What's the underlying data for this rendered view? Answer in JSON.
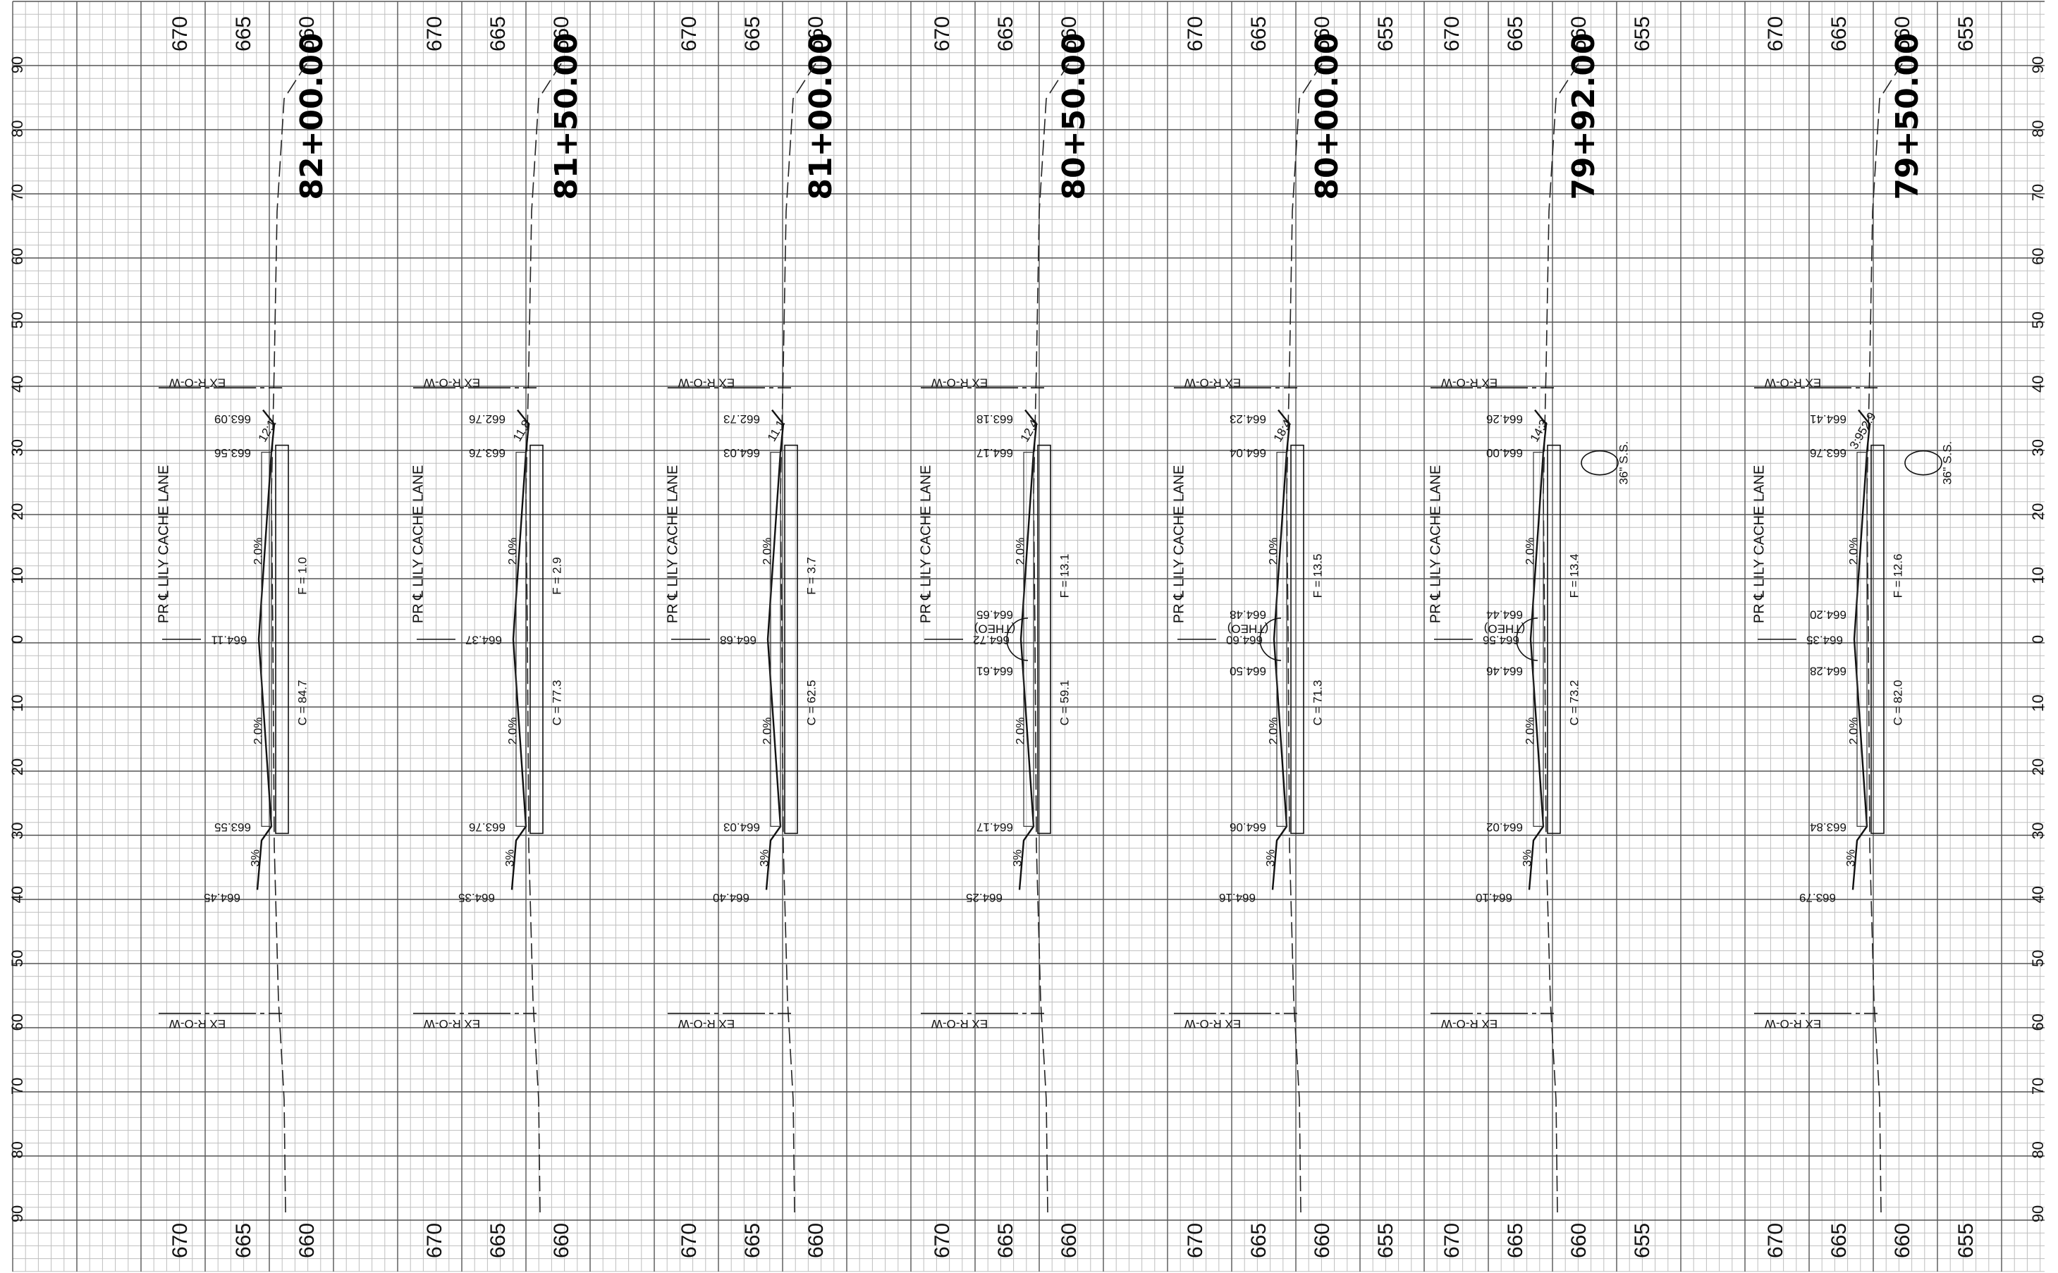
{
  "grid": {
    "minor_color": "#bfbfbf",
    "major_color": "#555555",
    "offset_labels_top": [
      "90",
      "80",
      "70",
      "60",
      "50",
      "40",
      "30",
      "20",
      "10",
      "0",
      "10",
      "20",
      "30",
      "40",
      "50",
      "60",
      "70",
      "80",
      "90"
    ]
  },
  "sections": [
    {
      "station": "82+00.00",
      "elevation_labels": [
        "670",
        "665",
        "660"
      ],
      "centerline_label": "PR ℄ LILY CACHE LANE",
      "row_label_left": "EX R-O-W",
      "row_label_right": "EX R-O-W",
      "annotations": {
        "top_row_elev": "663.09",
        "top_back_curb": "663.56",
        "center_elev": "664.11",
        "bottom_back_curb": "663.55",
        "bottom_end_elev": "664.45",
        "slope_top": "2.0%",
        "slope_bottom": "2.0%",
        "side_slope": "3%",
        "fill": "F = 1.0",
        "cut": "C = 84.7",
        "ratio": "12:1"
      }
    },
    {
      "station": "81+50.00",
      "elevation_labels": [
        "670",
        "665",
        "660"
      ],
      "centerline_label": "PR ℄ LILY CACHE LANE",
      "row_label_left": "EX R-O-W",
      "row_label_right": "EX R-O-W",
      "annotations": {
        "top_row_elev": "662.76",
        "top_back_curb": "663.76",
        "center_elev": "664.37",
        "bottom_back_curb": "663.76",
        "bottom_end_elev": "664.35",
        "slope_top": "2.0%",
        "slope_bottom": "2.0%",
        "side_slope": "3%",
        "fill": "F = 2.9",
        "cut": "C = 77.3",
        "ratio": "11.8"
      }
    },
    {
      "station": "81+00.00",
      "elevation_labels": [
        "670",
        "665",
        "660"
      ],
      "centerline_label": "PR ℄ LILY CACHE LANE",
      "row_label_left": "EX R-O-W",
      "row_label_right": "EX R-O-W",
      "annotations": {
        "top_row_elev": "662.73",
        "top_back_curb": "664.03",
        "center_elev": "664.68",
        "bottom_back_curb": "664.03",
        "bottom_end_elev": "664.40",
        "slope_top": "2.0%",
        "slope_bottom": "2.0%",
        "side_slope": "3%",
        "fill": "F = 3.7",
        "cut": "C = 62.5",
        "ratio": "11.1"
      }
    },
    {
      "station": "80+50.00",
      "elevation_labels": [
        "670",
        "665",
        "660"
      ],
      "centerline_label": "PR ℄ LILY CACHE LANE",
      "row_label_left": "EX R-O-W",
      "row_label_right": "EX R-O-W",
      "annotations": {
        "top_row_elev": "663.18",
        "top_back_curb": "664.17",
        "center_elev": "664.72",
        "center_elev_2": "664.65",
        "center_elev_3": "664.61",
        "theo": "(THEO)",
        "bottom_back_curb": "664.17",
        "bottom_end_elev": "664.25",
        "slope_top": "2.0%",
        "slope_bottom": "2.0%",
        "side_slope": "3%",
        "fill": "F = 13.1",
        "cut": "C = 59.1",
        "ratio": "12.4"
      }
    },
    {
      "station": "80+00.00",
      "elevation_labels": [
        "670",
        "665",
        "660",
        "655"
      ],
      "centerline_label": "PR ℄ LILY CACHE LANE",
      "row_label_left": "EX R-O-W",
      "row_label_right": "EX R-O-W",
      "annotations": {
        "top_row_elev": "664.23",
        "top_back_curb": "664.04",
        "center_elev": "664.60",
        "center_elev_2": "664.48",
        "center_elev_3": "664.50",
        "theo": "(THEO)",
        "bottom_back_curb": "664.06",
        "bottom_end_elev": "664.16",
        "slope_top": "2.0%",
        "slope_bottom": "2.0%",
        "side_slope": "3%",
        "fill": "F = 13.5",
        "cut": "C = 71.3",
        "ratio": "18:4"
      }
    },
    {
      "station": "79+92.00",
      "elevation_labels": [
        "670",
        "665",
        "660",
        "655"
      ],
      "centerline_label": "PR ℄ LILY CACHE LANE",
      "row_label_left": "EX R-O-W",
      "row_label_right": "EX R-O-W",
      "annotations": {
        "top_row_elev": "664.26",
        "top_back_curb": "664.00",
        "center_elev": "664.56",
        "center_elev_2": "664.44",
        "center_elev_3": "664.46",
        "theo": "(THEO)",
        "bottom_back_curb": "664.02",
        "bottom_end_elev": "664.10",
        "slope_top": "2.0%",
        "slope_bottom": "2.0%",
        "side_slope": "3%",
        "fill": "F = 13.4",
        "cut": "C = 73.2",
        "ratio": "14:3",
        "pipe": "36\" S.S."
      }
    },
    {
      "station": "79+50.00",
      "elevation_labels": [
        "670",
        "665",
        "660",
        "655"
      ],
      "centerline_label": "PR ℄ LILY CACHE LANE",
      "row_label_left": "EX R-O-W",
      "row_label_right": "EX R-O-W",
      "annotations": {
        "top_row_elev": "664.41",
        "top_back_curb": "663.76",
        "center_elev": "664.35",
        "center_elev_2": "664.20",
        "center_elev_3": "664.28",
        "bottom_back_curb": "663.84",
        "bottom_end_elev": "663.79",
        "slope_top": "2.0%",
        "slope_bottom": "2.0%",
        "side_slope": "3%",
        "fill": "F = 12.6",
        "cut": "C = 82.0",
        "ratio": "3:952.9",
        "pipe": "36\" S.S."
      }
    }
  ]
}
